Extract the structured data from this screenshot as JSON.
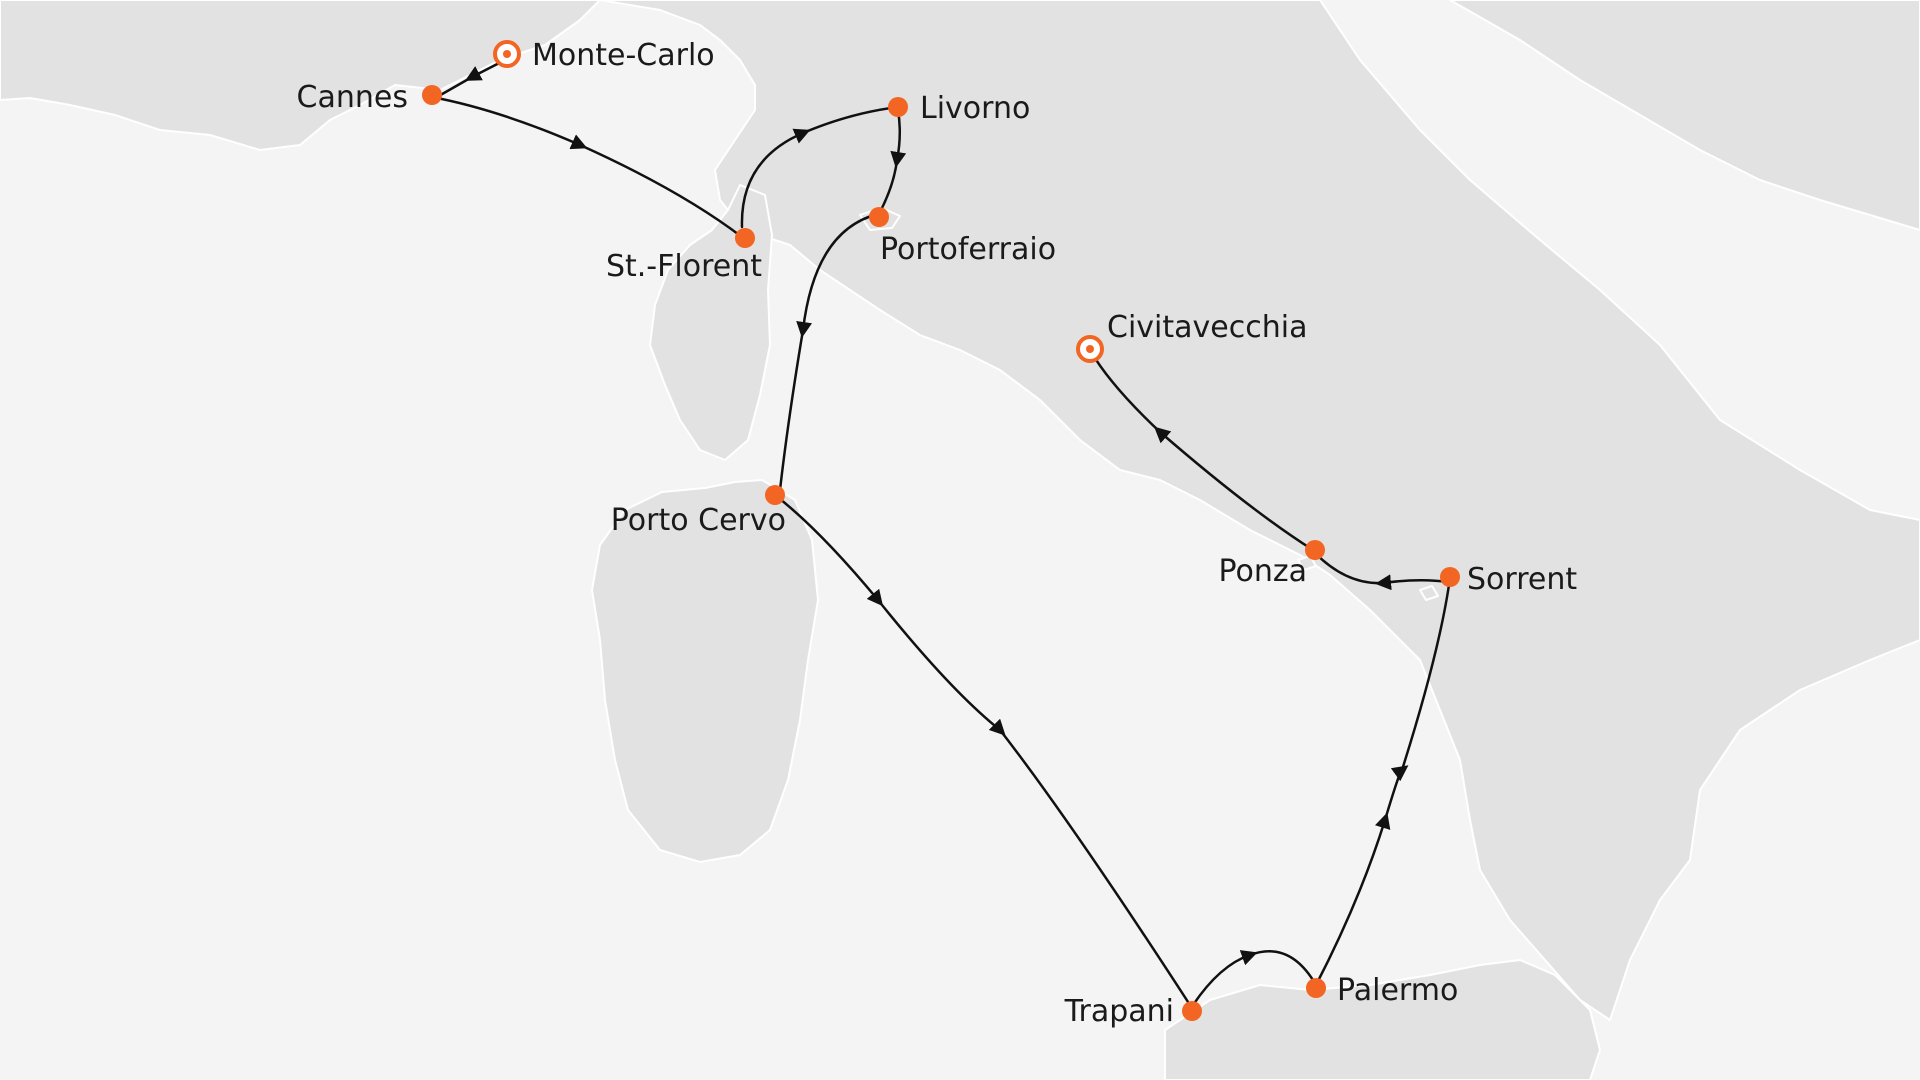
{
  "colors": {
    "sea": "#f4f4f4",
    "land": "#e2e2e2",
    "route": "#111111",
    "port": "#f26522"
  },
  "ports": {
    "monte_carlo": "Monte-Carlo",
    "cannes": "Cannes",
    "st_florent": "St.-Florent",
    "livorno": "Livorno",
    "portoferraio": "Portoferraio",
    "porto_cervo": "Porto Cervo",
    "trapani": "Trapani",
    "palermo": "Palermo",
    "sorrent": "Sorrent",
    "ponza": "Ponza",
    "civitavecchia": "Civitavecchia"
  },
  "route_order": [
    "Monte-Carlo",
    "Cannes",
    "St.-Florent",
    "Livorno",
    "Portoferraio",
    "Porto Cervo",
    "Trapani",
    "Palermo",
    "Sorrent",
    "Ponza",
    "Civitavecchia"
  ],
  "embarkation_ports": [
    "Monte-Carlo",
    "Civitavecchia"
  ]
}
